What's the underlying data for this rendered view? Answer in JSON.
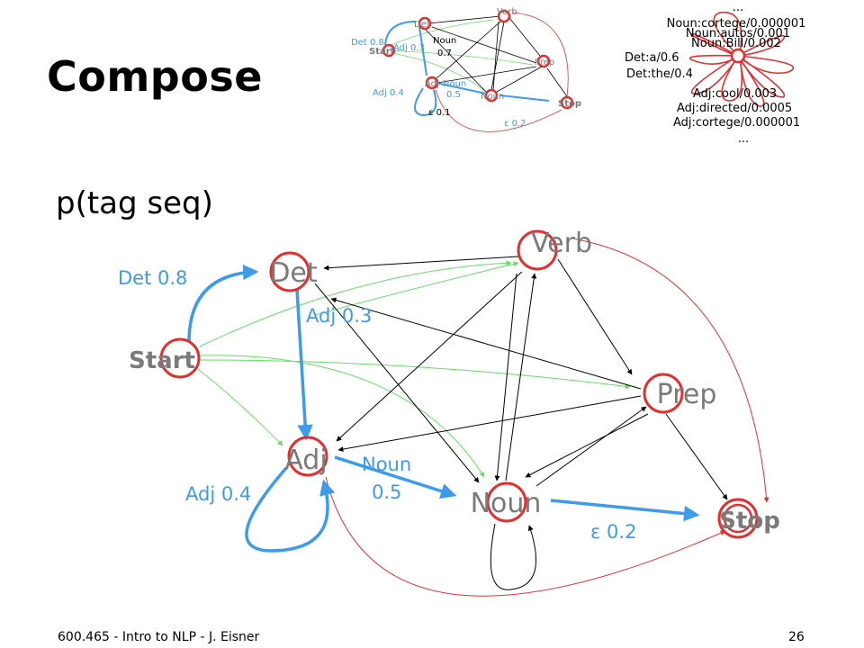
{
  "slide": {
    "title": "Compose",
    "subtitle": "p(tag seq)",
    "footer_left": "600.465 - Intro to NLP - J. Eisner",
    "page_number": "26"
  },
  "main_diagram": {
    "states": {
      "start": "Start",
      "det": "Det",
      "adj": "Adj",
      "noun": "Noun",
      "verb": "Verb",
      "prep": "Prep",
      "stop": "Stop"
    },
    "labels": {
      "det_08": "Det 0.8",
      "adj_03": "Adj 0.3",
      "adj_04": "Adj 0.4",
      "noun_05_a": "Noun",
      "noun_05_b": "0.5",
      "eps_02": "ε 0.2"
    }
  },
  "mini_diagram": {
    "states": {
      "start": "Start",
      "det": "Det",
      "adj": "Adj",
      "noun": "Noun",
      "verb": "Verb",
      "prep": "Prep",
      "stop": "Stop"
    },
    "labels": {
      "det_08": "Det 0.8",
      "adj_03": "Adj 0.3",
      "noun_07_a": "Noun",
      "noun_07_b": "0.7",
      "adj_04": "Adj 0.4",
      "noun_05_a": "Noun",
      "noun_05_b": "0.5",
      "eps_01": "ε 0.1",
      "eps_02": "ε 0.2"
    }
  },
  "lexicon": {
    "entries": [
      "...",
      "Noun:cortege/0.000001",
      "Noun:autos/0.001",
      "Noun:Bill/0.002",
      "Det:a/0.6",
      "Det:the/0.4",
      "Adj:cool/0.003",
      "Adj:directed/0.0005",
      "Adj:cortege/0.000001",
      "..."
    ]
  },
  "colors": {
    "node_ring": "#e03030",
    "highlight_path": "#3d9be9",
    "faded_state_text": "#7a7a7a",
    "green_arc": "#66dd66",
    "red_arc": "#dd3333",
    "black_arc": "#000000"
  }
}
